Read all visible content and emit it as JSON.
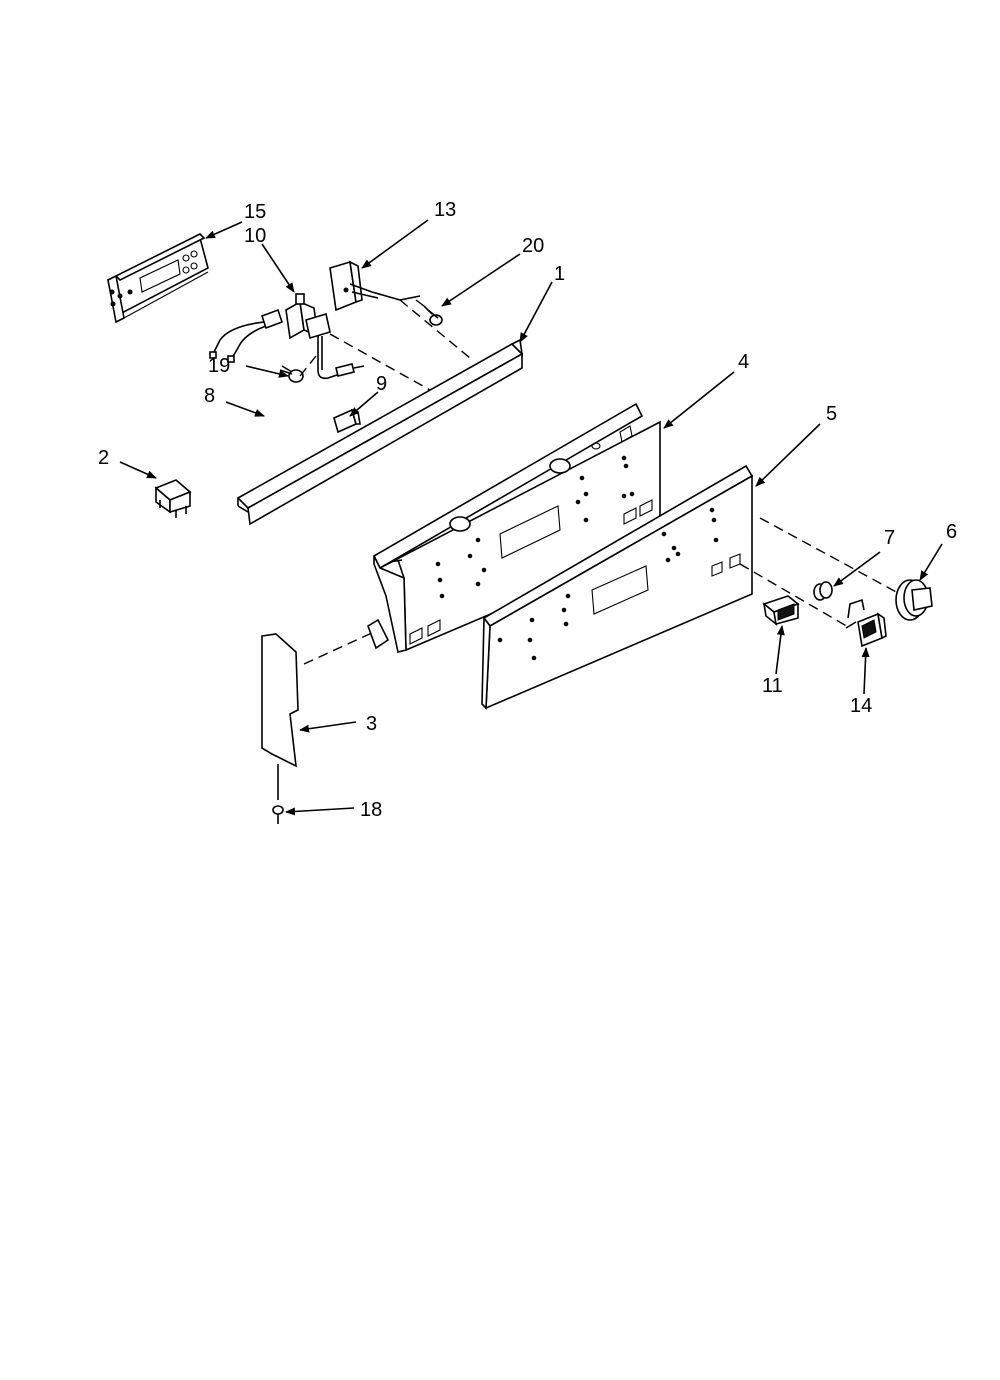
{
  "diagram": {
    "callouts": {
      "c1": "1",
      "c2": "2",
      "c3": "3",
      "c4": "4",
      "c5": "5",
      "c6": "6",
      "c7": "7",
      "c8": "8",
      "c9": "9",
      "c10": "10",
      "c11": "11",
      "c13": "13",
      "c14": "14",
      "c15": "15",
      "c18": "18",
      "c19": "19",
      "c20": "20"
    }
  }
}
